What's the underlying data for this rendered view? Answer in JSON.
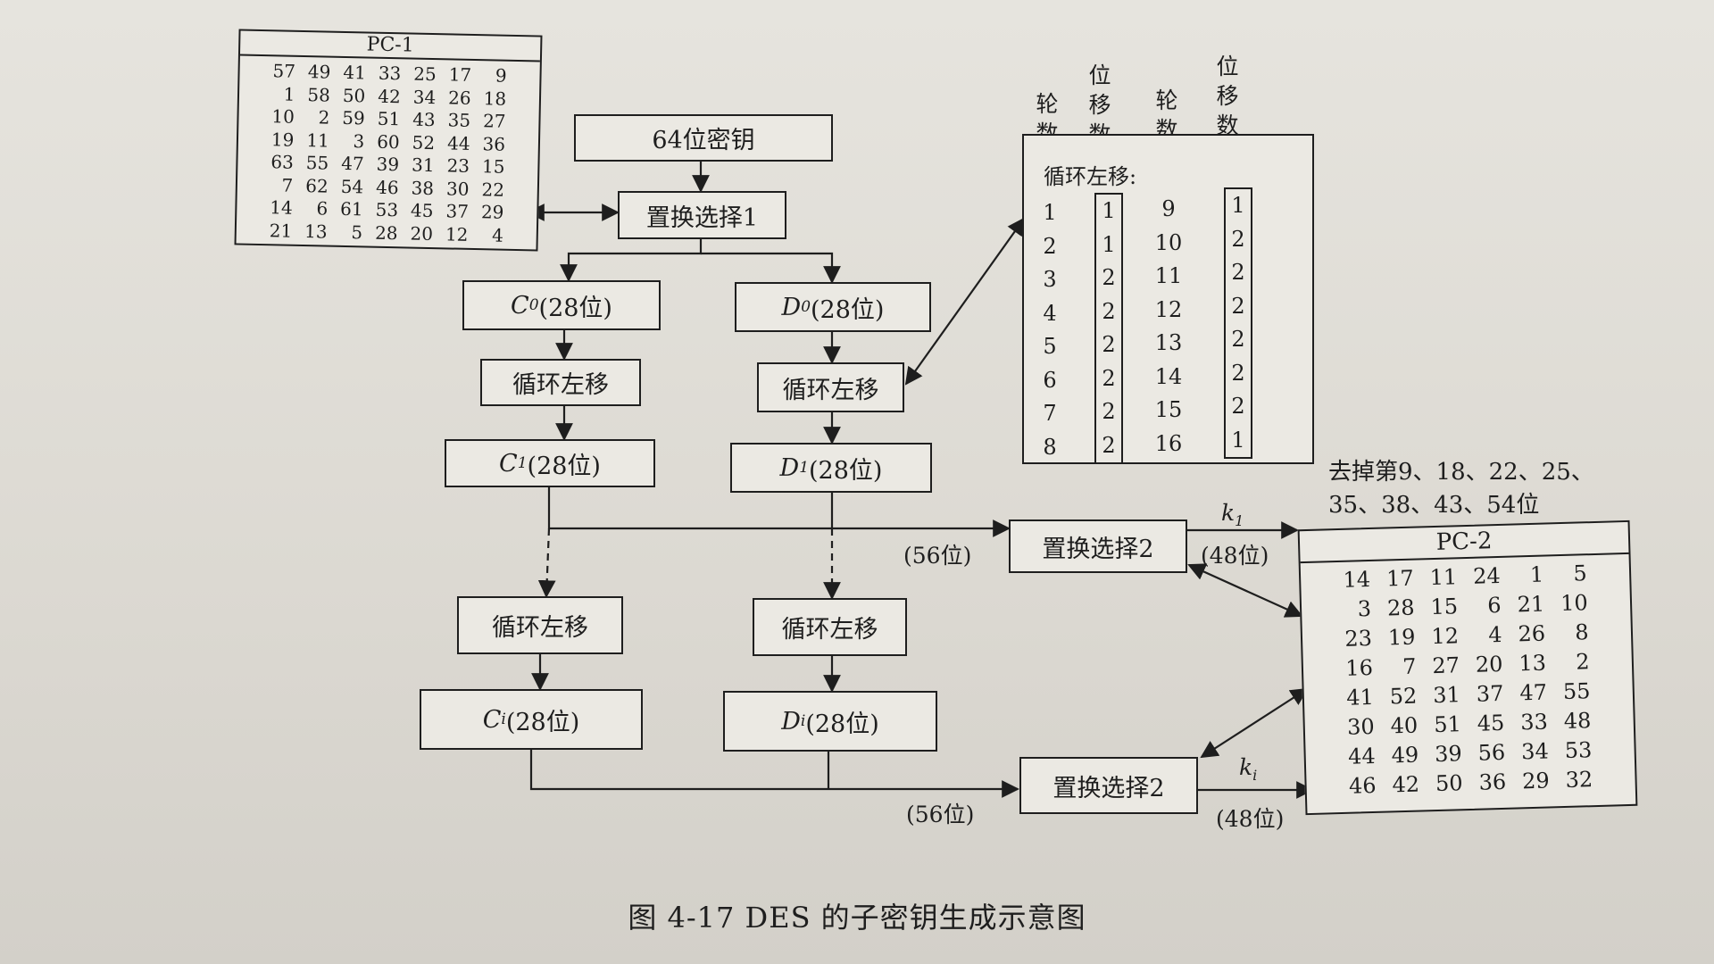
{
  "pc1": {
    "title": "PC-1",
    "rows": [
      [
        "57",
        "49",
        "41",
        "33",
        "25",
        "17",
        "9"
      ],
      [
        "1",
        "58",
        "50",
        "42",
        "34",
        "26",
        "18"
      ],
      [
        "10",
        "2",
        "59",
        "51",
        "43",
        "35",
        "27"
      ],
      [
        "19",
        "11",
        "3",
        "60",
        "52",
        "44",
        "36"
      ],
      [
        "63",
        "55",
        "47",
        "39",
        "31",
        "23",
        "15"
      ],
      [
        "7",
        "62",
        "54",
        "46",
        "38",
        "30",
        "22"
      ],
      [
        "14",
        "6",
        "61",
        "53",
        "45",
        "37",
        "29"
      ],
      [
        "21",
        "13",
        "5",
        "28",
        "20",
        "12",
        "4"
      ]
    ]
  },
  "pc2": {
    "title": "PC-2",
    "rows": [
      [
        "14",
        "17",
        "11",
        "24",
        "1",
        "5"
      ],
      [
        "3",
        "28",
        "15",
        "6",
        "21",
        "10"
      ],
      [
        "23",
        "19",
        "12",
        "4",
        "26",
        "8"
      ],
      [
        "16",
        "7",
        "27",
        "20",
        "13",
        "2"
      ],
      [
        "41",
        "52",
        "31",
        "37",
        "47",
        "55"
      ],
      [
        "30",
        "40",
        "51",
        "45",
        "33",
        "48"
      ],
      [
        "44",
        "49",
        "39",
        "56",
        "34",
        "53"
      ],
      [
        "46",
        "42",
        "50",
        "36",
        "29",
        "32"
      ]
    ]
  },
  "nodes": {
    "key64": "64位密钥",
    "pc1_select": "置换选择1",
    "c_prefix": "C",
    "d_prefix": "D",
    "sub0": "0",
    "sub1": "1",
    "subi": "i",
    "bits28": "(28位)",
    "rotate": "循环左移",
    "pc2_select": "置换选择2"
  },
  "labels": {
    "bits56": "(56位)",
    "bits48": "(48位)",
    "k_letter": "k",
    "k_sub1": "1",
    "k_subi": "i",
    "drop_line1": "去掉第9、18、22、25、",
    "drop_line2": "35、38、43、54位"
  },
  "shift_table": {
    "header_round": [
      "轮",
      "数"
    ],
    "header_shift": [
      "位",
      "移",
      "数"
    ],
    "title": "循环左移:",
    "rounds_a": [
      "1",
      "2",
      "3",
      "4",
      "5",
      "6",
      "7",
      "8"
    ],
    "shifts_a": [
      "1",
      "1",
      "2",
      "2",
      "2",
      "2",
      "2",
      "2"
    ],
    "rounds_b": [
      "9",
      "10",
      "11",
      "12",
      "13",
      "14",
      "15",
      "16"
    ],
    "shifts_b": [
      "1",
      "2",
      "2",
      "2",
      "2",
      "2",
      "2",
      "1"
    ]
  },
  "caption": "图 4-17    DES 的子密钥生成示意图"
}
